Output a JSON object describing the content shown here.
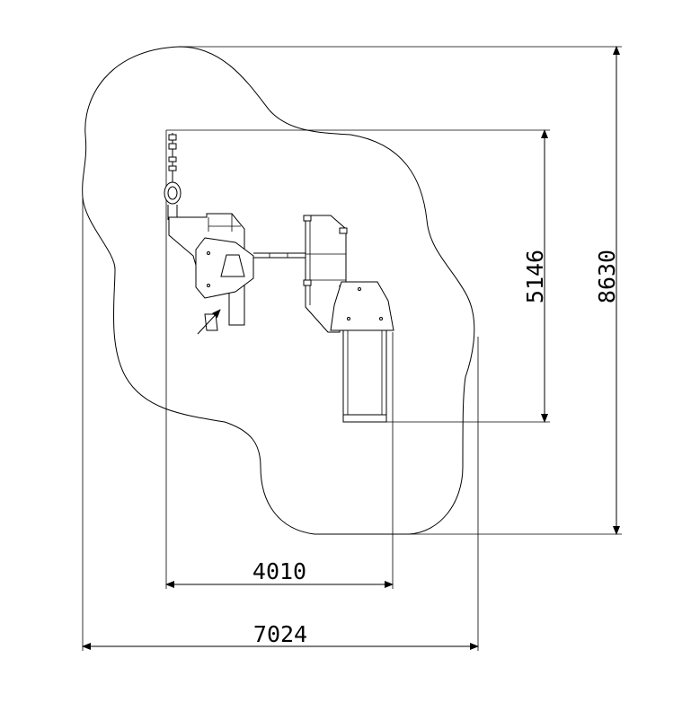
{
  "dimensions": {
    "width_outer": "7024",
    "width_inner": "4010",
    "height_outer": "8630",
    "height_inner": "5146"
  }
}
